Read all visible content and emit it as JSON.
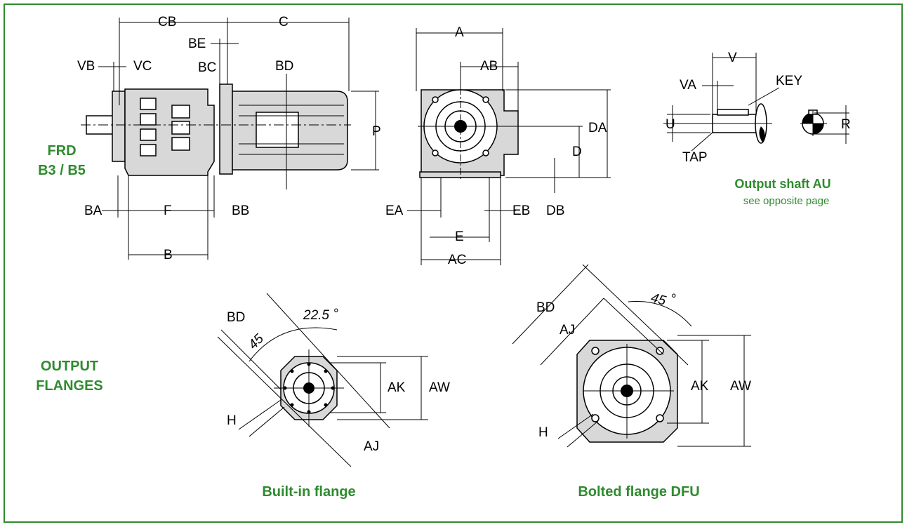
{
  "titles": {
    "side_view": "FRD\nB3 / B5",
    "side_view_line1": "FRD",
    "side_view_line2": "B3 / B5",
    "output_flanges_line1": "OUTPUT",
    "output_flanges_line2": "FLANGES",
    "output_shaft": "Output shaft AU",
    "output_shaft_note": "see opposite page",
    "built_in_flange": "Built-in flange",
    "bolted_flange": "Bolted flange DFU"
  },
  "dims": {
    "CB": "CB",
    "C": "C",
    "BE": "BE",
    "VB": "VB",
    "VC": "VC",
    "BC": "BC",
    "BD": "BD",
    "P": "P",
    "BA": "BA",
    "F": "F",
    "BB": "BB",
    "B": "B",
    "A": "A",
    "AB": "AB",
    "DA": "DA",
    "D": "D",
    "EA": "EA",
    "EB": "EB",
    "DB": "DB",
    "E": "E",
    "AC": "AC",
    "V": "V",
    "VA": "VA",
    "KEY": "KEY",
    "U": "U",
    "R": "R",
    "TAP": "TAP",
    "BD2": "BD",
    "angle_225": "22.5",
    "angle_45a": "45",
    "AK": "AK",
    "AW": "AW",
    "H": "H",
    "AJ": "AJ",
    "BD3": "BD",
    "AJ3": "AJ",
    "angle_45b": "45",
    "AK3": "AK",
    "AW3": "AW",
    "H3": "H"
  }
}
